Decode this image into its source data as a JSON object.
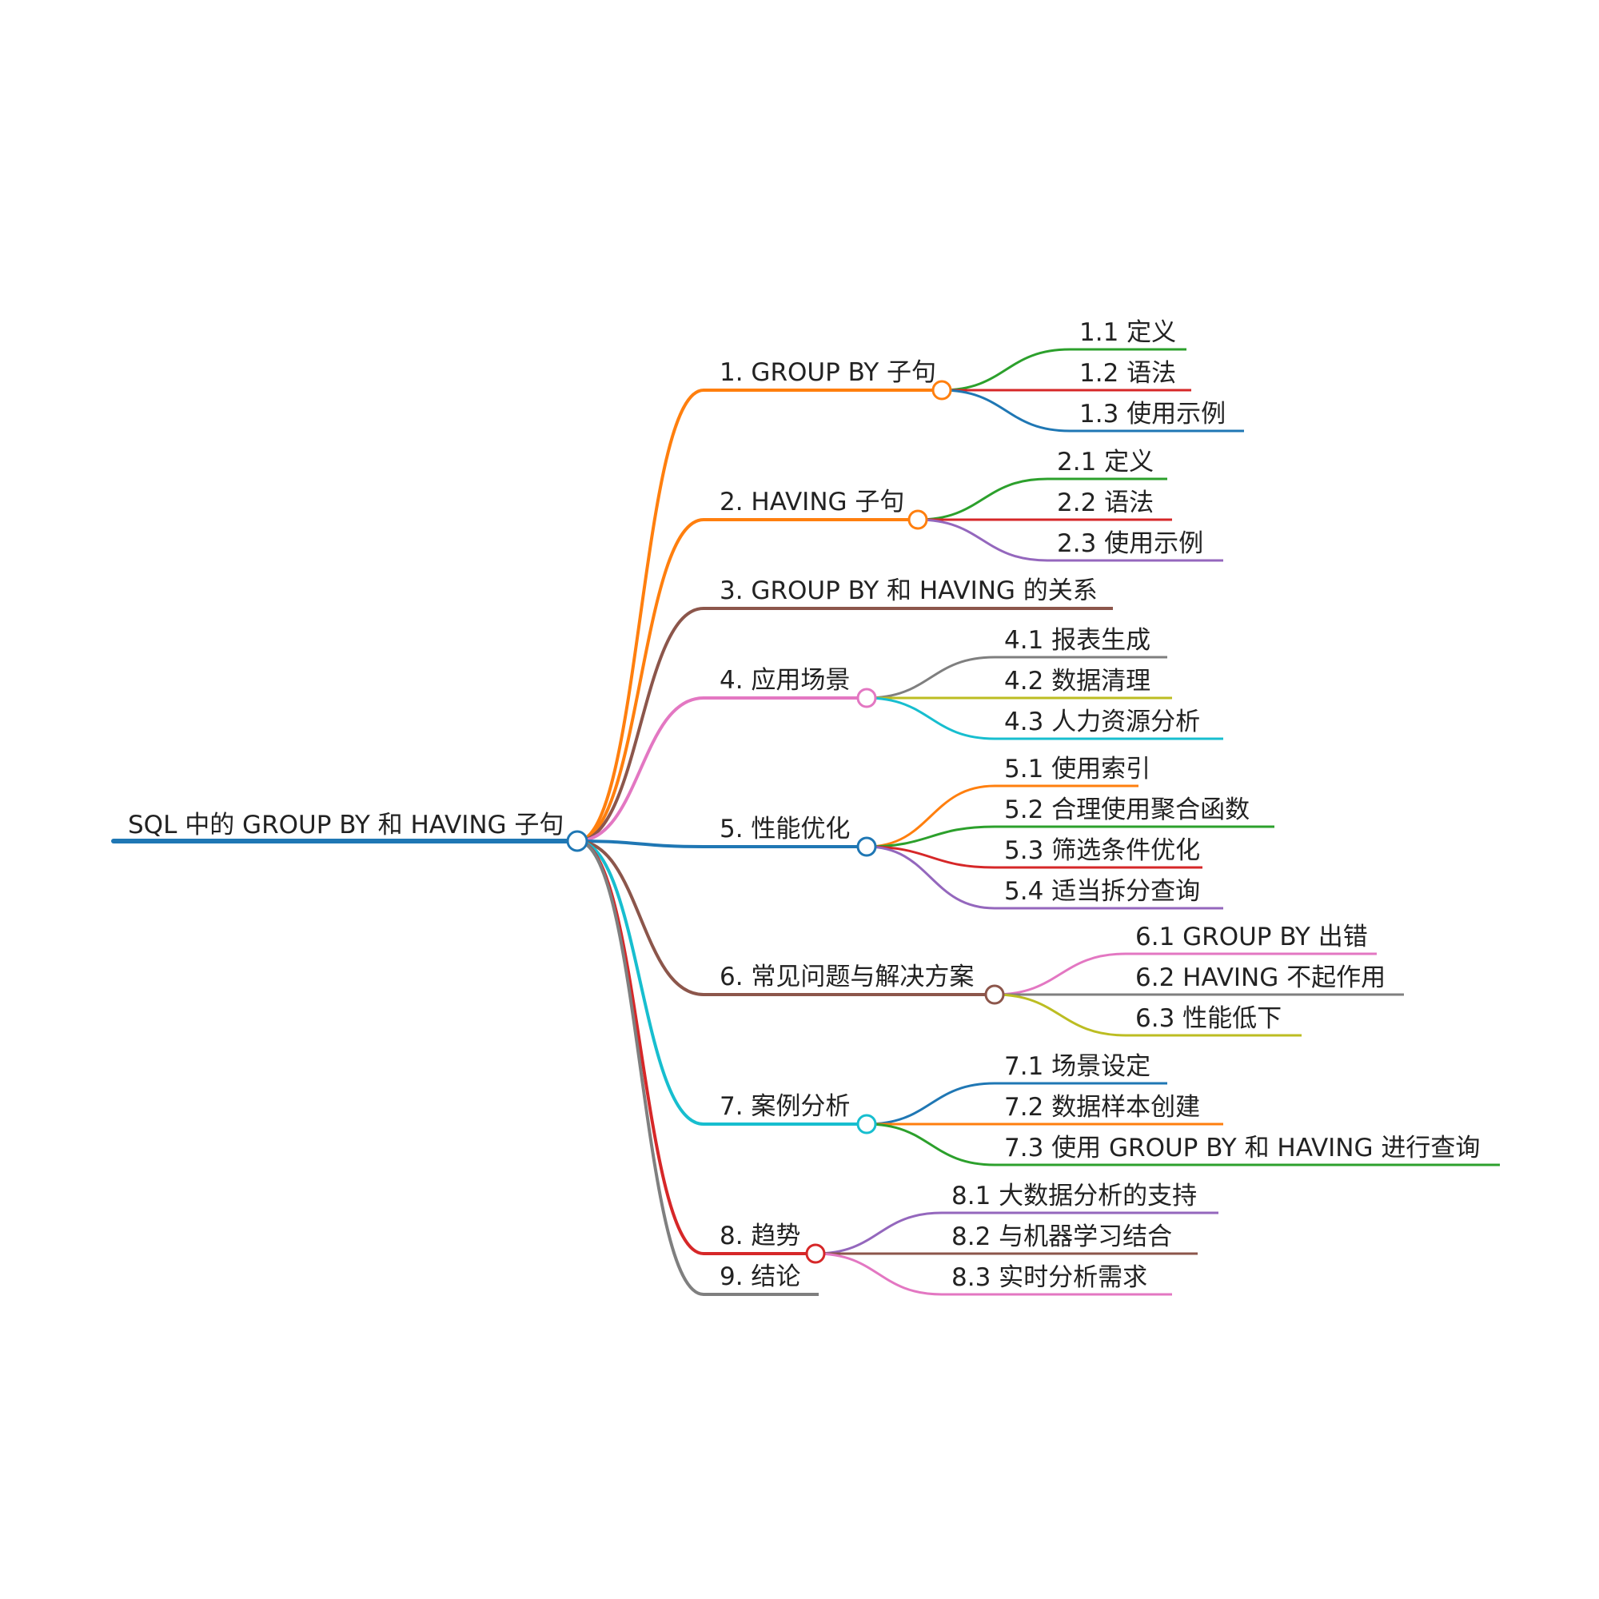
{
  "mindmap": {
    "root": {
      "label": "SQL 中的 GROUP BY 和 HAVING 子句",
      "color": "#1f77b4"
    },
    "branches": [
      {
        "label": "1. GROUP BY 子句",
        "color": "#ff7f0e",
        "children": [
          {
            "label": "1.1 定义",
            "color": "#2ca02c"
          },
          {
            "label": "1.2 语法",
            "color": "#d62728"
          },
          {
            "label": "1.3 使用示例",
            "color": "#1f77b4"
          }
        ]
      },
      {
        "label": "2. HAVING 子句",
        "color": "#ff7f0e",
        "children": [
          {
            "label": "2.1 定义",
            "color": "#2ca02c"
          },
          {
            "label": "2.2 语法",
            "color": "#d62728"
          },
          {
            "label": "2.3 使用示例",
            "color": "#9467bd"
          }
        ]
      },
      {
        "label": "3. GROUP BY 和 HAVING 的关系",
        "color": "#8c564b",
        "children": []
      },
      {
        "label": "4. 应用场景",
        "color": "#e377c2",
        "children": [
          {
            "label": "4.1 报表生成",
            "color": "#7f7f7f"
          },
          {
            "label": "4.2 数据清理",
            "color": "#bcbd22"
          },
          {
            "label": "4.3 人力资源分析",
            "color": "#17becf"
          }
        ]
      },
      {
        "label": "5. 性能优化",
        "color": "#1f77b4",
        "children": [
          {
            "label": "5.1 使用索引",
            "color": "#ff7f0e"
          },
          {
            "label": "5.2 合理使用聚合函数",
            "color": "#2ca02c"
          },
          {
            "label": "5.3 筛选条件优化",
            "color": "#d62728"
          },
          {
            "label": "5.4 适当拆分查询",
            "color": "#9467bd"
          }
        ]
      },
      {
        "label": "6. 常见问题与解决方案",
        "color": "#8c564b",
        "children": [
          {
            "label": "6.1 GROUP BY 出错",
            "color": "#e377c2"
          },
          {
            "label": "6.2 HAVING 不起作用",
            "color": "#7f7f7f"
          },
          {
            "label": "6.3 性能低下",
            "color": "#bcbd22"
          }
        ]
      },
      {
        "label": "7. 案例分析",
        "color": "#17becf",
        "children": [
          {
            "label": "7.1 场景设定",
            "color": "#1f77b4"
          },
          {
            "label": "7.2 数据样本创建",
            "color": "#ff7f0e"
          },
          {
            "label": "7.3 使用 GROUP BY 和 HAVING 进行查询",
            "color": "#2ca02c"
          }
        ]
      },
      {
        "label": "8. 趋势",
        "color": "#d62728",
        "children": [
          {
            "label": "8.1 大数据分析的支持",
            "color": "#9467bd"
          },
          {
            "label": "8.2 与机器学习结合",
            "color": "#8c564b"
          },
          {
            "label": "8.3 实时分析需求",
            "color": "#e377c2"
          }
        ]
      },
      {
        "label": "9. 结论",
        "color": "#7f7f7f",
        "children": []
      }
    ]
  }
}
